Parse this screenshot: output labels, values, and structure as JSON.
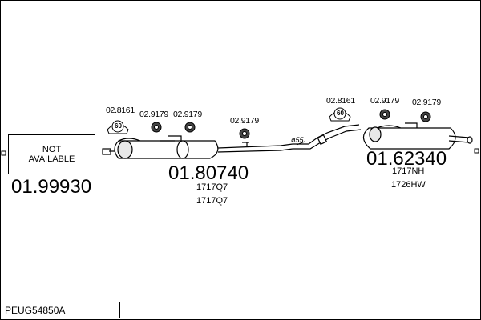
{
  "diagram": {
    "not_available": [
      "NOT",
      "AVAILABLE"
    ],
    "part_numbers": {
      "front_pipe": "01.99930",
      "center_silencer": "01.80740",
      "rear_silencer": "01.62340"
    },
    "oe_refs": {
      "center": [
        "1717Q7",
        "1717Q7"
      ],
      "rear": [
        "1717NH",
        "1726HW"
      ]
    },
    "diameter_label": "ø55",
    "fittings": {
      "center_bracket": "02.8161",
      "center_bracket_badge": "60",
      "center_rubber_1": "02.9179",
      "center_rubber_2": "02.9179",
      "center_rubber_3": "02.9179",
      "rear_bracket": "02.8161",
      "rear_bracket_badge": "60",
      "rear_rubber_1": "02.9179",
      "rear_rubber_2": "02.9179"
    },
    "kit_code": "PEUG54850A"
  },
  "colors": {
    "line": "#000000",
    "fill": "#ffffff",
    "shade": "#d0d0d0"
  }
}
